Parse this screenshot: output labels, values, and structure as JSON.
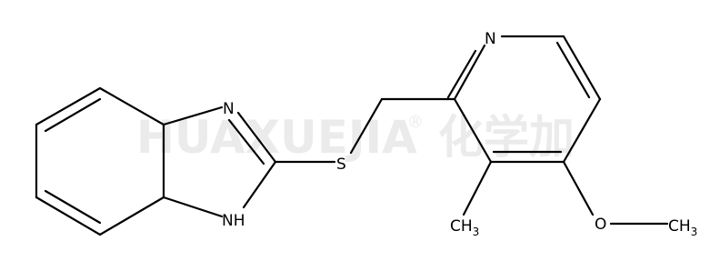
{
  "watermark": {
    "text": "HUAXUEJIA",
    "registered": "®",
    "chinese": "化学加"
  },
  "atoms": {
    "n_imine": "N",
    "n_h": "NH",
    "sulfur": "S",
    "n_pyridine": "N",
    "oxygen": "O",
    "methyl_ring": "CH",
    "methyl_ring_sub": "3",
    "methyl_methoxy": "CH",
    "methyl_methoxy_sub": "3"
  },
  "colors": {
    "bond": "#000000",
    "text": "#000000",
    "watermark": "#ebebeb",
    "background": "#ffffff"
  }
}
